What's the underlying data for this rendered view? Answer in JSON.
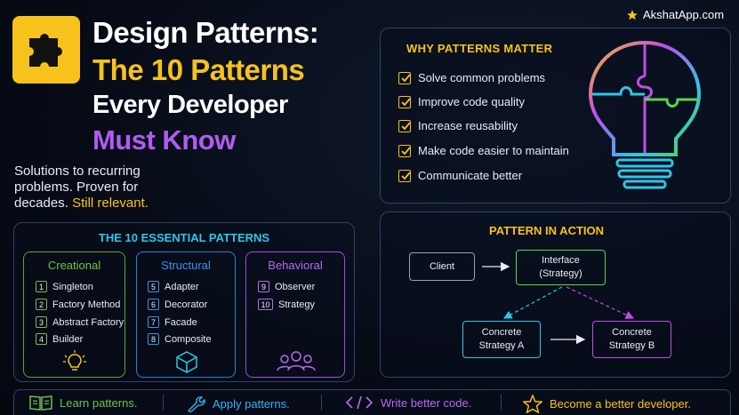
{
  "header": {
    "title_line1": "Design Patterns:",
    "title_line2": "The 10 Patterns",
    "title_line3": "Every Developer",
    "title_line4": "Must Know",
    "tagline_main": "Solutions to recurring problems. Proven for decades.",
    "tagline_highlight": "Still relevant.",
    "brand": "AkshatApp.com",
    "logo_icon": "puzzle-icon"
  },
  "why": {
    "title": "WHY PATTERNS MATTER",
    "items": [
      "Solve common problems",
      "Improve code quality",
      "Increase reusability",
      "Make code easier to maintain",
      "Communicate better"
    ],
    "illustration": "lightbulb-puzzle-icon"
  },
  "essential": {
    "title": "THE 10 ESSENTIAL PATTERNS",
    "creational": {
      "heading": "Creational",
      "items": [
        {
          "n": "1",
          "label": "Singleton"
        },
        {
          "n": "2",
          "label": "Factory Method"
        },
        {
          "n": "3",
          "label": "Abstract Factory"
        },
        {
          "n": "4",
          "label": "Builder"
        }
      ]
    },
    "structural": {
      "heading": "Structural",
      "items": [
        {
          "n": "5",
          "label": "Adapter"
        },
        {
          "n": "6",
          "label": "Decorator"
        },
        {
          "n": "7",
          "label": "Facade"
        },
        {
          "n": "8",
          "label": "Composite"
        }
      ]
    },
    "behavioral": {
      "heading": "Behavioral",
      "items": [
        {
          "n": "9",
          "label": "Observer"
        },
        {
          "n": "10",
          "label": "Strategy"
        }
      ]
    }
  },
  "action": {
    "title": "PATTERN IN ACTION",
    "client": "Client",
    "interface_line1": "Interface",
    "interface_line2": "(Strategy)",
    "concrete_a_line1": "Concrete",
    "concrete_a_line2": "Strategy A",
    "concrete_b_line1": "Concrete",
    "concrete_b_line2": "Strategy B"
  },
  "footer": {
    "items": [
      "Learn patterns.",
      "Apply patterns.",
      "Write better code.",
      "Become a better developer."
    ]
  },
  "colors": {
    "accent_yellow": "#f7c21b",
    "accent_purple": "#b05cf0",
    "accent_cyan": "#2fc6e8",
    "creational_green": "#5aa63a",
    "structural_blue": "#2f7fd8",
    "behavioral_purple": "#9b4ee0"
  }
}
